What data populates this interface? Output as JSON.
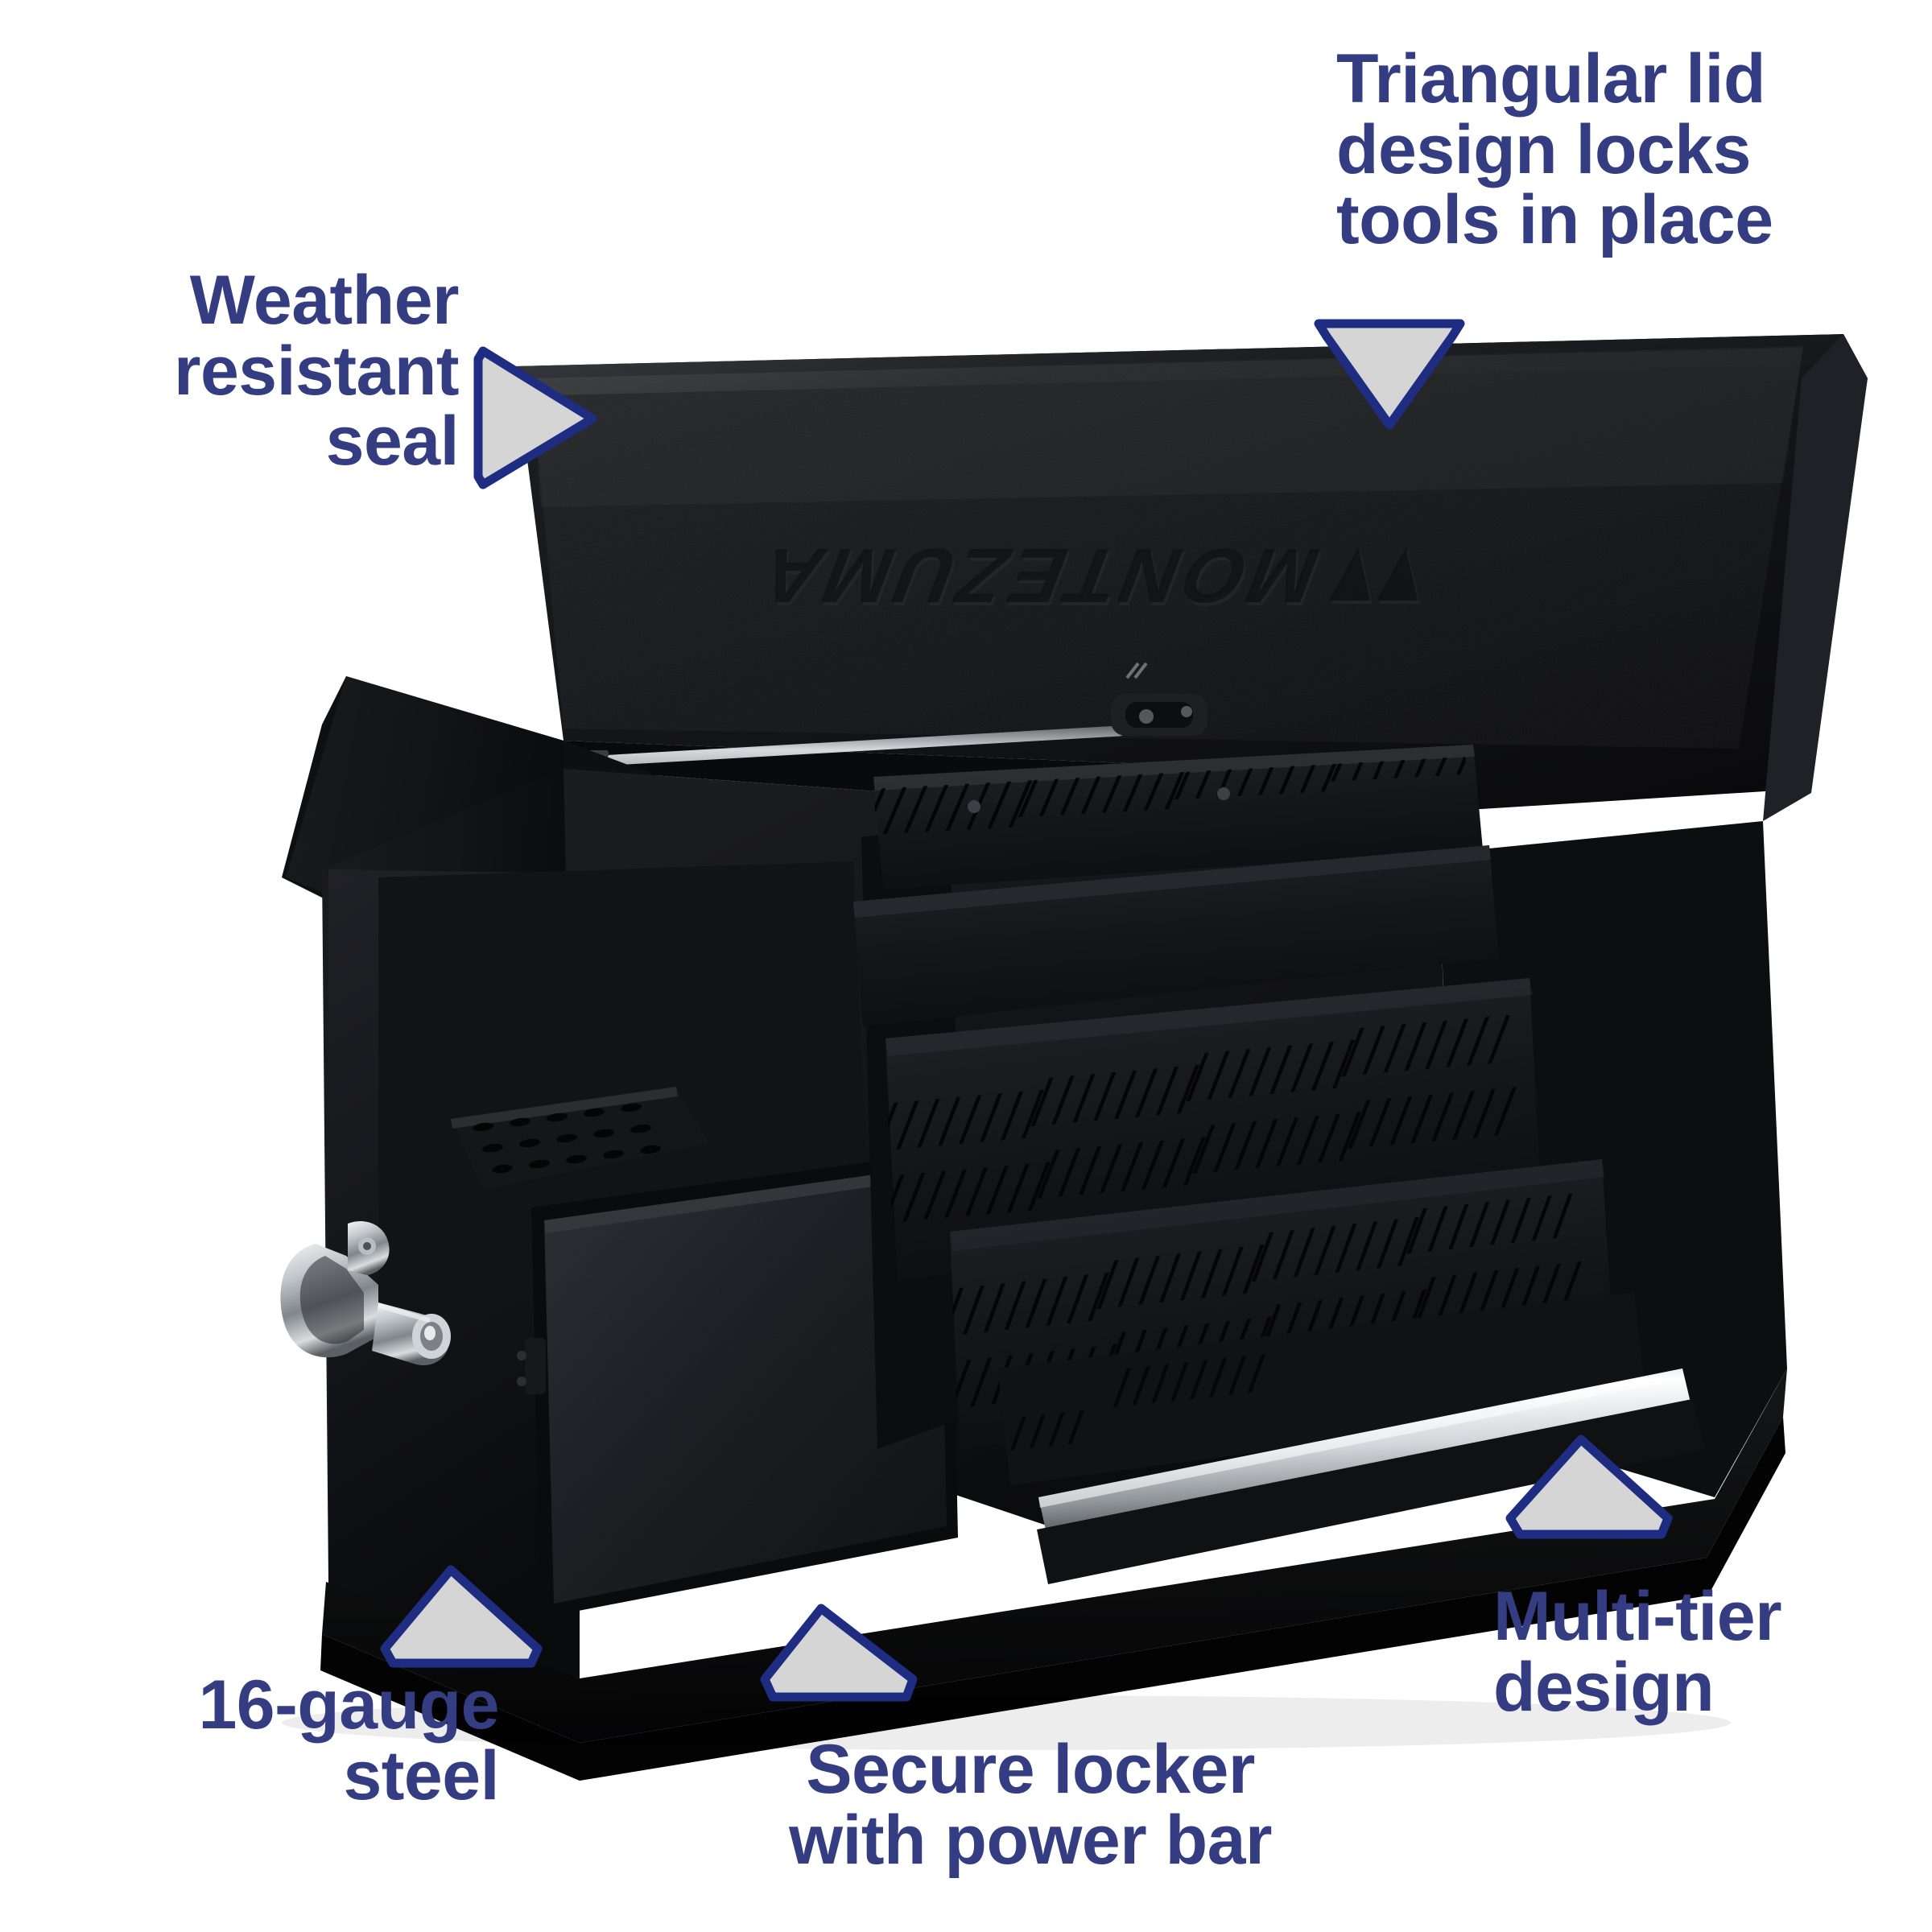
{
  "page": {
    "type": "product-feature-infographic",
    "background_color": "#FFFFFF",
    "accent_color": "#343C82",
    "marker_fill_color": "#D5D5D5",
    "marker_stroke_color": "#1E2D82",
    "product_color": "#141414"
  },
  "product": {
    "name": "Montezuma triangular steel toolbox",
    "brand_logo_text": "MONTEZUMA",
    "logo_orientation": "embossed upside-down on open lid",
    "body_color": "#141414",
    "trim_color": "#D8DCE0"
  },
  "callouts": [
    {
      "id": "weather-resistant-seal",
      "text": "Weather\nresistant\nseal",
      "align": "right",
      "marker": "triangle-right"
    },
    {
      "id": "triangular-lid",
      "text": "Triangular lid\ndesign locks\ntools in place",
      "align": "left",
      "marker": "triangle-down"
    },
    {
      "id": "sixteen-gauge-steel",
      "text": "16-gauge\nsteel",
      "align": "right",
      "marker": "triangle-up"
    },
    {
      "id": "secure-locker",
      "text": "Secure locker\nwith power bar",
      "align": "center",
      "marker": "triangle-up"
    },
    {
      "id": "multi-tier-design",
      "text": "Multi-tier\ndesign",
      "align": "left",
      "marker": "triangle-up"
    }
  ]
}
